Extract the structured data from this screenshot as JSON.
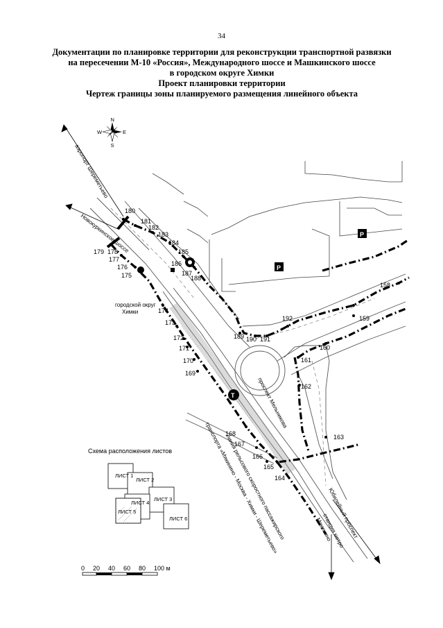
{
  "page_number": "34",
  "header": {
    "line1": "Документации по планировке территории для реконструкции транспортной развязки",
    "line2": "на пересечении М-10 «Россия», Международного шоссе и Машкинского шоссе",
    "line3": "в городском округе Химки",
    "line4": "Проект планировки территории",
    "line5": "Чертеж границы зоны планируемого размещения линейного объекта"
  },
  "streets": {
    "airport": "аэропорт Шереметьево",
    "novokurkinskoe": "Новокуркинское шоссе",
    "melnikova": "проспект Мельникова",
    "yubileyny": "Юбилейный проспект",
    "metro": "станция метро",
    "metro2": "Мякинино",
    "rail1": "линия рельсового скоростного пассажирского",
    "rail2": "транспорта «Мякинино - Москва - Химки - Шереметьево»",
    "district": "городской округ",
    "district2": "Химки"
  },
  "parking_symbol": "P",
  "tram_symbol": "Т",
  "points": [
    "158",
    "159",
    "160",
    "161",
    "162",
    "163",
    "164",
    "165",
    "166",
    "167",
    "168",
    "169",
    "170",
    "171",
    "172",
    "173",
    "174",
    "175",
    "176",
    "177",
    "178",
    "179",
    "180",
    "181",
    "182",
    "183",
    "184",
    "185",
    "186",
    "187",
    "188",
    "189",
    "190",
    "191",
    "192"
  ],
  "inset": {
    "title": "Схема расположения листов",
    "sheets": [
      "ЛИСТ 1",
      "ЛИСТ 2",
      "ЛИСТ 3",
      "ЛИСТ 4",
      "ЛИСТ 5",
      "ЛИСТ 6"
    ]
  },
  "scale": {
    "ticks": [
      "0",
      "20",
      "40",
      "60",
      "80",
      "100 м"
    ]
  },
  "compass": {
    "n": "N",
    "s": "S",
    "e": "E",
    "w": "W"
  }
}
